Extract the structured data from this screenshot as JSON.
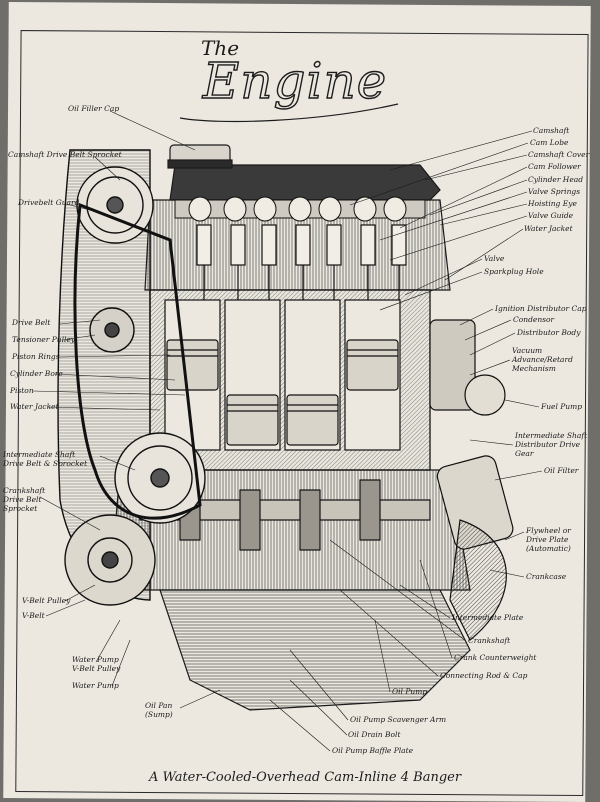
{
  "title": {
    "line1": "The",
    "line2": "Engine"
  },
  "subtitle": "A Water-Cooled-Overhead Cam-Inline 4 Banger",
  "labels": {
    "oil_filler_cap": "Oil Filler Cap",
    "camshaft_drive_belt_sprocket": "Camshaft Drive Belt Sprocket",
    "drivebelt_guard": "Drivebelt Guard",
    "drive_belt": "Drive Belt",
    "tensioner_pulley": "Tensioner Pulley",
    "piston_rings": "Piston Rings",
    "cylinder_bore": "Cylinder Bore",
    "piston": "Piston",
    "water_jacket_left": "Water Jacket",
    "intermediate_shaft_drive_belt_sprocket": [
      "Intermediate Shaft",
      "Drive Belt & Sprocket"
    ],
    "crankshaft_drive_belt_sprocket": [
      "Crankshaft",
      "Drive Belt",
      "Sprocket"
    ],
    "v_belt_pulley": "V-Belt Pulley",
    "v_belt": "V-Belt",
    "water_pump_v_belt_pulley": [
      "Water Pump",
      "V-Belt Pulley"
    ],
    "water_pump": "Water Pump",
    "oil_pan": [
      "Oil Pan",
      "(Sump)"
    ],
    "camshaft": "Camshaft",
    "cam_lobe": "Cam Lobe",
    "camshaft_cover": "Camshaft Cover",
    "cam_follower": "Cam Follower",
    "cylinder_head": "Cylinder Head",
    "valve_springs": "Valve Springs",
    "hoisting_eye": "Hoisting Eye",
    "valve_guide": "Valve Guide",
    "water_jacket_right": "Water Jacket",
    "valve": "Valve",
    "sparkplug_hole": "Sparkplug Hole",
    "ignition_distributor_cap": "Ignition Distributor Cap",
    "condensor": "Condensor",
    "distributor_body": "Distributor Body",
    "vacuum_advance": [
      "Vacuum",
      "Advance/Retard",
      "Mechanism"
    ],
    "fuel_pump": "Fuel Pump",
    "intermediate_shaft_distributor_drive_gear": [
      "Intermediate Shaft",
      "Distributor Drive",
      "Gear"
    ],
    "oil_filter": "Oil Filter",
    "flywheel": [
      "Flywheel or",
      "Drive Plate",
      "(Automatic)"
    ],
    "crankcase": "Crankcase",
    "intermediate_plate": "Intermediate Plate",
    "crankshaft": "Crankshaft",
    "crank_counterweight": "Crank Counterweight",
    "connecting_rod_cap": "Connecting Rod & Cap",
    "oil_pump": "Oil Pump",
    "oil_pump_scavenger_arm": "Oil Pump Scavenger Arm",
    "oil_drain_bolt": "Oil Drain Bolt",
    "oil_pump_baffle_plate": "Oil Pump Baffle Plate"
  }
}
